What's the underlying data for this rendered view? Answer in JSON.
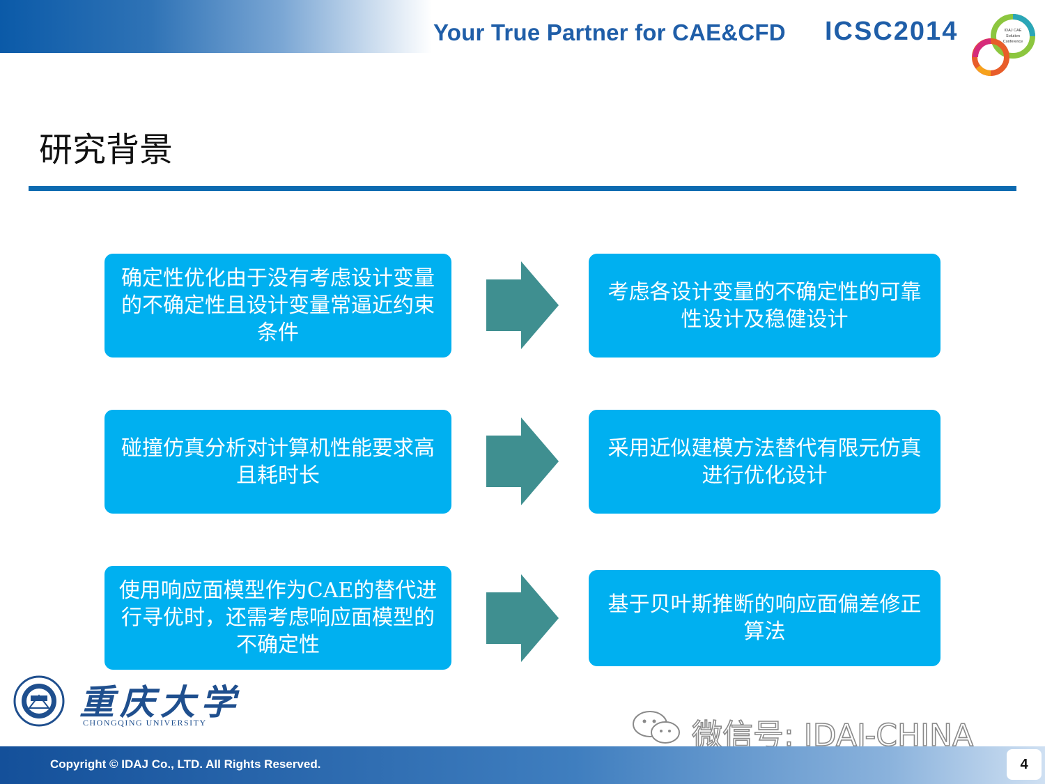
{
  "header": {
    "tagline": "Your True Partner for CAE&CFD",
    "conference": "ICSC2014",
    "logo_text": [
      "IDAJ CAE",
      "Solution",
      "Conference"
    ]
  },
  "title": "研究背景",
  "rows": [
    {
      "problem": "确定性优化由于没有考虑设计变量的不确定性且设计变量常逼近约束条件",
      "solution": "考虑各设计变量的不确定性的可靠性设计及稳健设计"
    },
    {
      "problem": "碰撞仿真分析对计算机性能要求高且耗时长",
      "solution": "采用近似建模方法替代有限元仿真进行优化设计"
    },
    {
      "problem": "使用响应面模型作为CAE的替代进行寻优时，还需考虑响应面模型的不确定性",
      "solution": "基于贝叶斯推断的响应面偏差修正算法"
    }
  ],
  "university": {
    "name_cn": "重庆大学",
    "name_en": "CHONGQING UNIVERSITY"
  },
  "watermark": "微信号: IDAJ-CHINA",
  "footer": {
    "copyright": "Copyright © IDAJ Co., LTD. All Rights Reserved.",
    "page": "4"
  },
  "colors": {
    "box": "#00b0f0",
    "arrow": "#3f8f90",
    "rule": "#0d6ab0",
    "brand": "#1f5ea8"
  }
}
